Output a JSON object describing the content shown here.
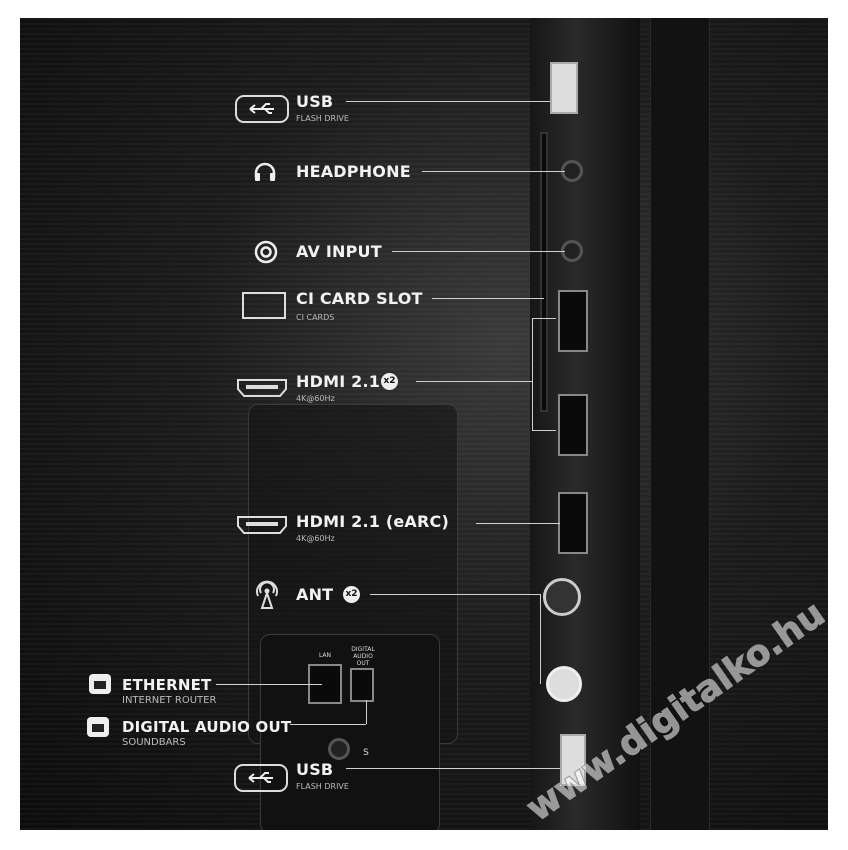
{
  "labels": {
    "usb_top": {
      "title": "USB",
      "subtitle": "FLASH DRIVE"
    },
    "headphone": {
      "title": "HEADPHONE"
    },
    "av_input": {
      "title": "AV INPUT"
    },
    "ci_card_slot": {
      "title": "CI CARD SLOT",
      "subtitle": "CI CARDS"
    },
    "hdmi": {
      "title": "HDMI 2.1",
      "badge": "x2",
      "subtitle": "4K@60Hz"
    },
    "hdmi_earc": {
      "title": "HDMI 2.1 (eARC)",
      "subtitle": "4K@60Hz"
    },
    "ant": {
      "title": "ANT",
      "badge": "x2"
    },
    "ethernet": {
      "title": "ETHERNET",
      "subtitle": "INTERNET ROUTER"
    },
    "digital_audio_out": {
      "title": "DIGITAL AUDIO OUT",
      "subtitle": "SOUNDBARS"
    },
    "usb_bottom": {
      "title": "USB",
      "subtitle": "FLASH DRIVE"
    }
  },
  "panel_print": {
    "lan": "LAN",
    "digital_audio_out": "DIGITAL AUDIO OUT",
    "service": "S"
  },
  "watermark": "www.digitalko.hu",
  "icons": [
    "usb-icon",
    "headphone-icon",
    "av-input-icon",
    "ci-card-icon",
    "hdmi-icon",
    "antenna-icon",
    "ethernet-icon"
  ]
}
